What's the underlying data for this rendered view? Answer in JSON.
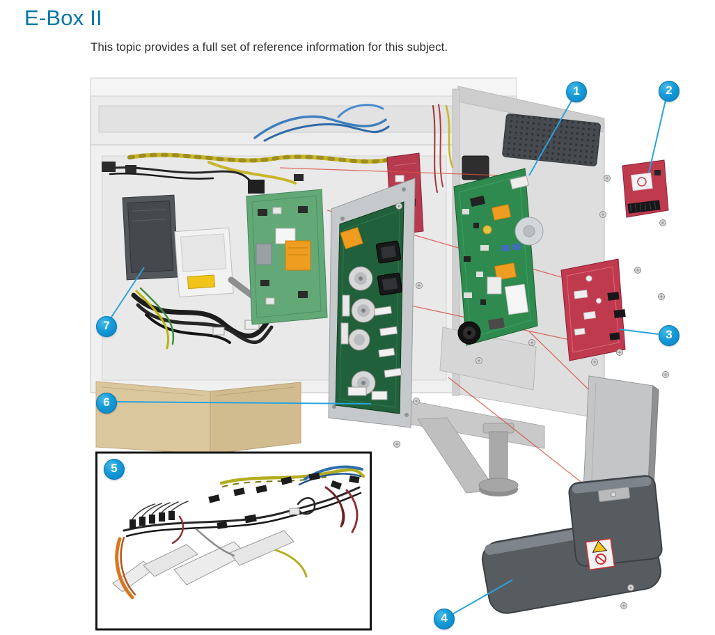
{
  "page": {
    "title": "E-Box II",
    "subtitle": "This topic provides a full set of reference information for this subject."
  },
  "figure": {
    "callouts": [
      {
        "number": "1"
      },
      {
        "number": "2"
      },
      {
        "number": "3"
      },
      {
        "number": "4"
      },
      {
        "number": "5"
      },
      {
        "number": "6"
      },
      {
        "number": "7"
      }
    ]
  },
  "colors": {
    "heading_blue": "#0076a8",
    "callout_blue": "#149bd8",
    "leader_line_blue": "#29a3dc",
    "alignment_line_red": "#d9503c",
    "pcb_green": "#2e8a4e",
    "pcb_red": "#c03a4e",
    "connector_orange": "#ef9d20",
    "cover_gray": "#575c61"
  }
}
